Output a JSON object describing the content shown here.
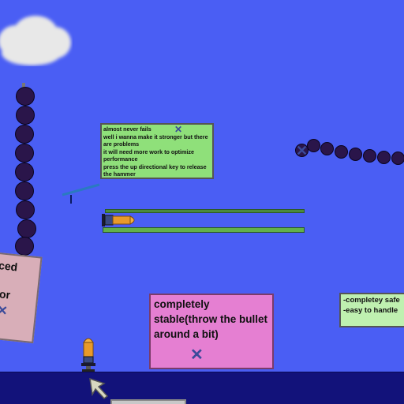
{
  "notes": {
    "hammer": {
      "text": "almost never fails\nwell i wanna make it stronger but there are problems\nit will need more work to optimize performance\npress the up directional key to release the hammer"
    },
    "stable": {
      "text": "completely stable(throw the bullet around a bit)"
    },
    "partial_left": {
      "line1": "ced",
      "line2": "for"
    },
    "right": {
      "text": "-completey safe\n-easy to handle"
    }
  },
  "icons": {
    "close_mark": "x-mark-icon",
    "cursor": "cursor-arrow-icon",
    "cloud": "cloud-icon"
  },
  "colors": {
    "sky": "#4a5ef4",
    "ground": "#12127a",
    "note_green": "#8fe07a",
    "note_pink": "#e57fd2",
    "note_rose": "#d8aeb8",
    "note_light": "#bff0b0",
    "chain_ball": "#2a154a",
    "bullet": "#f0a030"
  }
}
